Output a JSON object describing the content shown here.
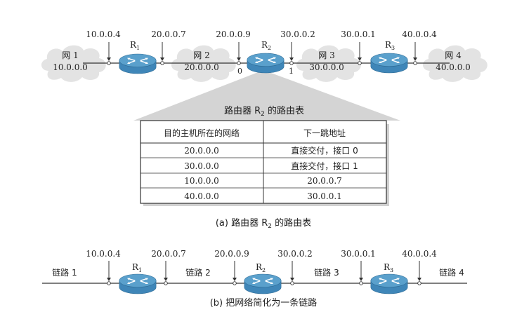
{
  "part_a": {
    "networks": [
      {
        "name": "网 1",
        "address": "10.0.0.0"
      },
      {
        "name": "网 2",
        "address": "20.0.0.0"
      },
      {
        "name": "网 3",
        "address": "30.0.0.0"
      },
      {
        "name": "网 4",
        "address": "40.0.0.0"
      }
    ],
    "routers": [
      {
        "letter": "R",
        "sub": "1"
      },
      {
        "letter": "R",
        "sub": "2"
      },
      {
        "letter": "R",
        "sub": "3"
      }
    ],
    "interface_addresses": [
      "10.0.0.4",
      "20.0.0.7",
      "20.0.0.9",
      "30.0.0.2",
      "30.0.0.1",
      "40.0.0.4"
    ],
    "r2_ports": [
      "0",
      "1"
    ],
    "table_title": {
      "pre": "路由器 R",
      "sub": "2",
      "post": " 的路由表"
    },
    "table_headers": [
      "目的主机所在的网络",
      "下一跳地址"
    ],
    "table_rows": [
      {
        "dest": "20.0.0.0",
        "next": "直接交付，接口 0"
      },
      {
        "dest": "30.0.0.0",
        "next": "直接交付，接口 1"
      },
      {
        "dest": "10.0.0.0",
        "next": "20.0.0.7"
      },
      {
        "dest": "40.0.0.0",
        "next": "30.0.0.1"
      }
    ],
    "caption": {
      "pre": "(a) 路由器 R",
      "sub": "2",
      "post": " 的路由表"
    }
  },
  "part_b": {
    "links": [
      "链路 1",
      "链路 2",
      "链路 3",
      "链路 4"
    ],
    "routers": [
      {
        "letter": "R",
        "sub": "1"
      },
      {
        "letter": "R",
        "sub": "2"
      },
      {
        "letter": "R",
        "sub": "3"
      }
    ],
    "interface_addresses": [
      "10.0.0.4",
      "20.0.0.7",
      "20.0.0.9",
      "30.0.0.2",
      "30.0.0.1",
      "40.0.0.4"
    ],
    "caption": "(b) 把网络简化为一条链路"
  },
  "colors": {
    "router_top": "#5aa0cc",
    "router_side": "#3f86b8",
    "cloud": "#e3e3e3",
    "callout": "#d4d4d4",
    "line": "#333333"
  }
}
